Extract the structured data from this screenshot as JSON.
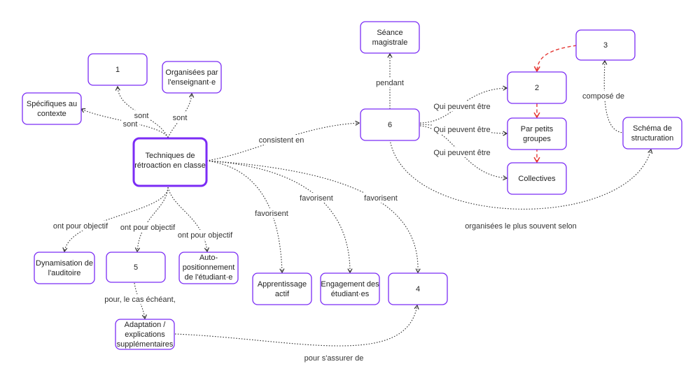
{
  "colors": {
    "node_border": "#7b2cf5",
    "edge": "#333333",
    "edge_highlight": "#e53935"
  },
  "nodes": {
    "techniques": {
      "lines": [
        "Techniques de",
        "rétroaction en classe"
      ]
    },
    "specifiques": {
      "lines": [
        "Spécifiques au",
        "contexte"
      ]
    },
    "n1": {
      "lines": [
        "1"
      ]
    },
    "organisees": {
      "lines": [
        "Organisées par",
        "l'enseignant·e"
      ]
    },
    "dynamisation": {
      "lines": [
        "Dynamisation de",
        "l'auditoire"
      ]
    },
    "n5": {
      "lines": [
        "5"
      ]
    },
    "autopos": {
      "lines": [
        "Auto-",
        "positionnement",
        "de l'étudiant·e"
      ]
    },
    "adaptation": {
      "lines": [
        "Adaptation /",
        "explications",
        "supplémentaires"
      ]
    },
    "apprentissage": {
      "lines": [
        "Apprentissage",
        "actif"
      ]
    },
    "engagement": {
      "lines": [
        "Engagement des",
        "étudiant·es"
      ]
    },
    "n4": {
      "lines": [
        "4"
      ]
    },
    "n6": {
      "lines": [
        "6"
      ]
    },
    "seance": {
      "lines": [
        "Séance",
        "magistrale"
      ]
    },
    "n2": {
      "lines": [
        "2"
      ]
    },
    "petits": {
      "lines": [
        "Par petits",
        "groupes"
      ]
    },
    "collectives": {
      "lines": [
        "Collectives"
      ]
    },
    "n3": {
      "lines": [
        "3"
      ]
    },
    "schema": {
      "lines": [
        "Schéma de",
        "structuration"
      ]
    }
  },
  "edge_labels": {
    "sont_1": "sont",
    "sont_2": "sont",
    "sont_3": "sont",
    "ont_pour_objectif_1": "ont pour objectif",
    "ont_pour_objectif_2": "ont pour objectif",
    "ont_pour_objectif_3": "ont pour objectif",
    "pour_le_cas": "pour, le cas échéant,",
    "pour_sassurer": "pour s'assurer de",
    "favorisent_1": "favorisent",
    "favorisent_2": "favorisent",
    "favorisent_3": "favorisent",
    "consistent_en": "consistent en",
    "pendant": "pendant",
    "qui_peuvent_1": "Qui peuvent être",
    "qui_peuvent_2": "Qui peuvent être",
    "qui_peuvent_3": "Qui peuvent être",
    "compose_de": "composé de",
    "organisees_selon": "organisées le plus souvent selon"
  }
}
